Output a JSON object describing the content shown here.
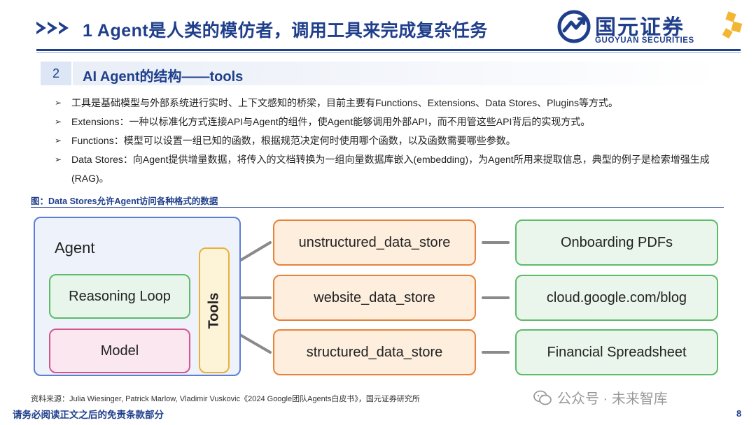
{
  "header": {
    "title": "1 Agent是人类的模仿者，调用工具来完成复杂任务",
    "logo_cn": "国元证券",
    "logo_en": "GUOYUAN SECURITIES"
  },
  "section": {
    "number": "2",
    "title": "AI Agent的结构——tools"
  },
  "bullets": [
    "工具是基础模型与外部系统进行实时、上下文感知的桥梁，目前主要有Functions、Extensions、Data Stores、Plugins等方式。",
    "Extensions：一种以标准化方式连接API与Agent的组件，使Agent能够调用外部API，而不用管这些API背后的实现方式。",
    "Functions：模型可以设置一组已知的函数，根据规范决定何时使用哪个函数，以及函数需要哪些参数。",
    "Data Stores：向Agent提供增量数据，将传入的文档转换为一组向量数据库嵌入(embedding)，为Agent所用来提取信息，典型的例子是检索增强生成(RAG)。"
  ],
  "figure": {
    "caption": "图：Data Stores允许Agent访问各种格式的数据",
    "agent_label": "Agent",
    "reasoning_label": "Reasoning Loop",
    "model_label": "Model",
    "tools_label": "Tools",
    "stores": [
      "unstructured_data_store",
      "website_data_store",
      "structured_data_store"
    ],
    "sources": [
      "Onboarding PDFs",
      "cloud.google.com/blog",
      "Financial Spreadsheet"
    ]
  },
  "footer": {
    "source_note": "资料来源：Julia Wiesinger, Patrick Marlow, Vladimir Vuskovic《2024 Google团队Agents白皮书》，国元证券研究所",
    "disclaimer": "请务必阅读正文之后的免责条款部分",
    "page_number": "8",
    "watermark": "公众号 · 未来智库"
  },
  "colors": {
    "brand_blue": "#1f3f8c",
    "agent_border": "#5b7fd6",
    "green": "#5dbb6a",
    "pink": "#d6568c",
    "yellow": "#e8b23a",
    "orange": "#e8823a"
  }
}
